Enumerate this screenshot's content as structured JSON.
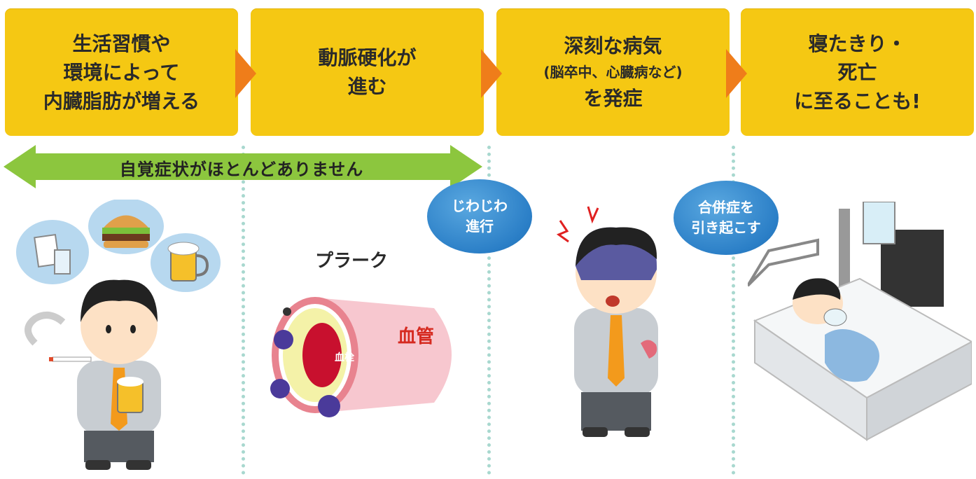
{
  "stages": [
    {
      "lines": [
        "生活習慣や",
        "環境によって",
        "内臓脂肪が増える"
      ]
    },
    {
      "lines": [
        "動脈硬化が",
        "進む"
      ]
    },
    {
      "lines": [
        "深刻な病気",
        "(脳卒中、心臓病など)",
        "を発症"
      ]
    },
    {
      "lines": [
        "寝たきり・",
        "死亡",
        "に至ることも!"
      ]
    }
  ],
  "no_symptoms_label": "自覚症状がほとんどありません",
  "bubbles": [
    {
      "lines": [
        "じわじわ",
        "進行"
      ]
    },
    {
      "lines": [
        "合併症を",
        "引き起こす"
      ]
    }
  ],
  "vessel_labels": {
    "plaque": "プラーク",
    "vessel": "血管",
    "clot": "血栓"
  },
  "colors": {
    "stage_box": "#f5c813",
    "chevron": "#ef7d1a",
    "banner": "#8cc63e",
    "bubble": "#2b7fc7",
    "divider": "#a8d8cf"
  },
  "icons": [
    "hamburger-icon",
    "beer-mug-icon",
    "snack-pack-icon",
    "cigarette-icon"
  ]
}
